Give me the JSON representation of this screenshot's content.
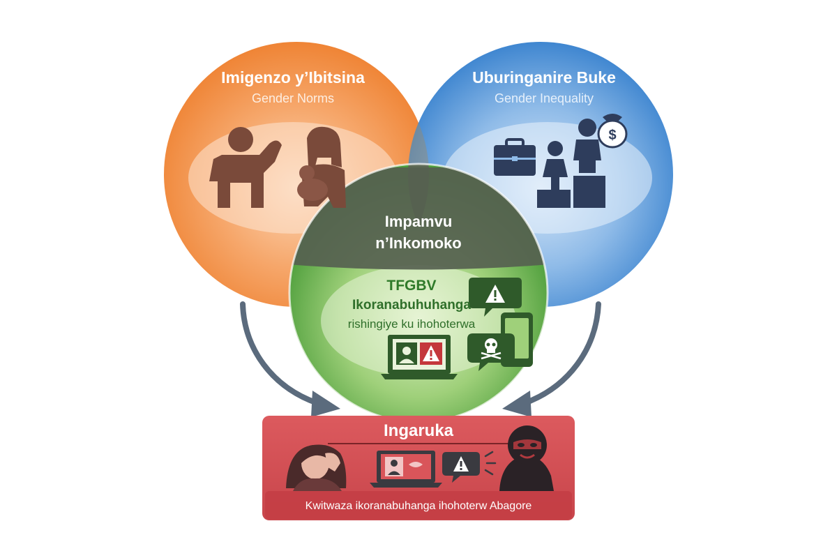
{
  "circles": {
    "gender_norms": {
      "title": "Imigenzo y’Ibitsina",
      "subtitle": "Gender Norms",
      "color": "#f08a3e"
    },
    "gender_inequality": {
      "title": "Uburinganire Buke",
      "subtitle": "Gender Inequality",
      "color": "#4a8fd4"
    },
    "tfgbv": {
      "title": "TFGBV",
      "line2": "Ikoranabuhuhanga",
      "line3": "rishingiye ku ihohoterwa",
      "color": "#5aa845"
    }
  },
  "center": {
    "line1": "Impamvu",
    "line2": "n’Inkomoko",
    "color": "#55614f"
  },
  "outcome_box": {
    "title": "Ingaruka",
    "bottom_text": "Kwitwaza ikoranabuhanga ihohoterw Abagore",
    "color": "#d9555a"
  },
  "icons": [
    "man-flexing-icon",
    "mother-with-baby-icon",
    "briefcase-icon",
    "girl-icon",
    "man-on-podium-icon",
    "money-bag-icon",
    "warning-chat-icon",
    "phone-icon",
    "laptop-warning-icon",
    "skull-chat-icon",
    "distressed-woman-icon",
    "masked-harasser-icon"
  ],
  "colors": {
    "arrow": "#5b6b7d",
    "dark_icon": "#3a3a40",
    "navy_icon": "#2e3d5c"
  }
}
